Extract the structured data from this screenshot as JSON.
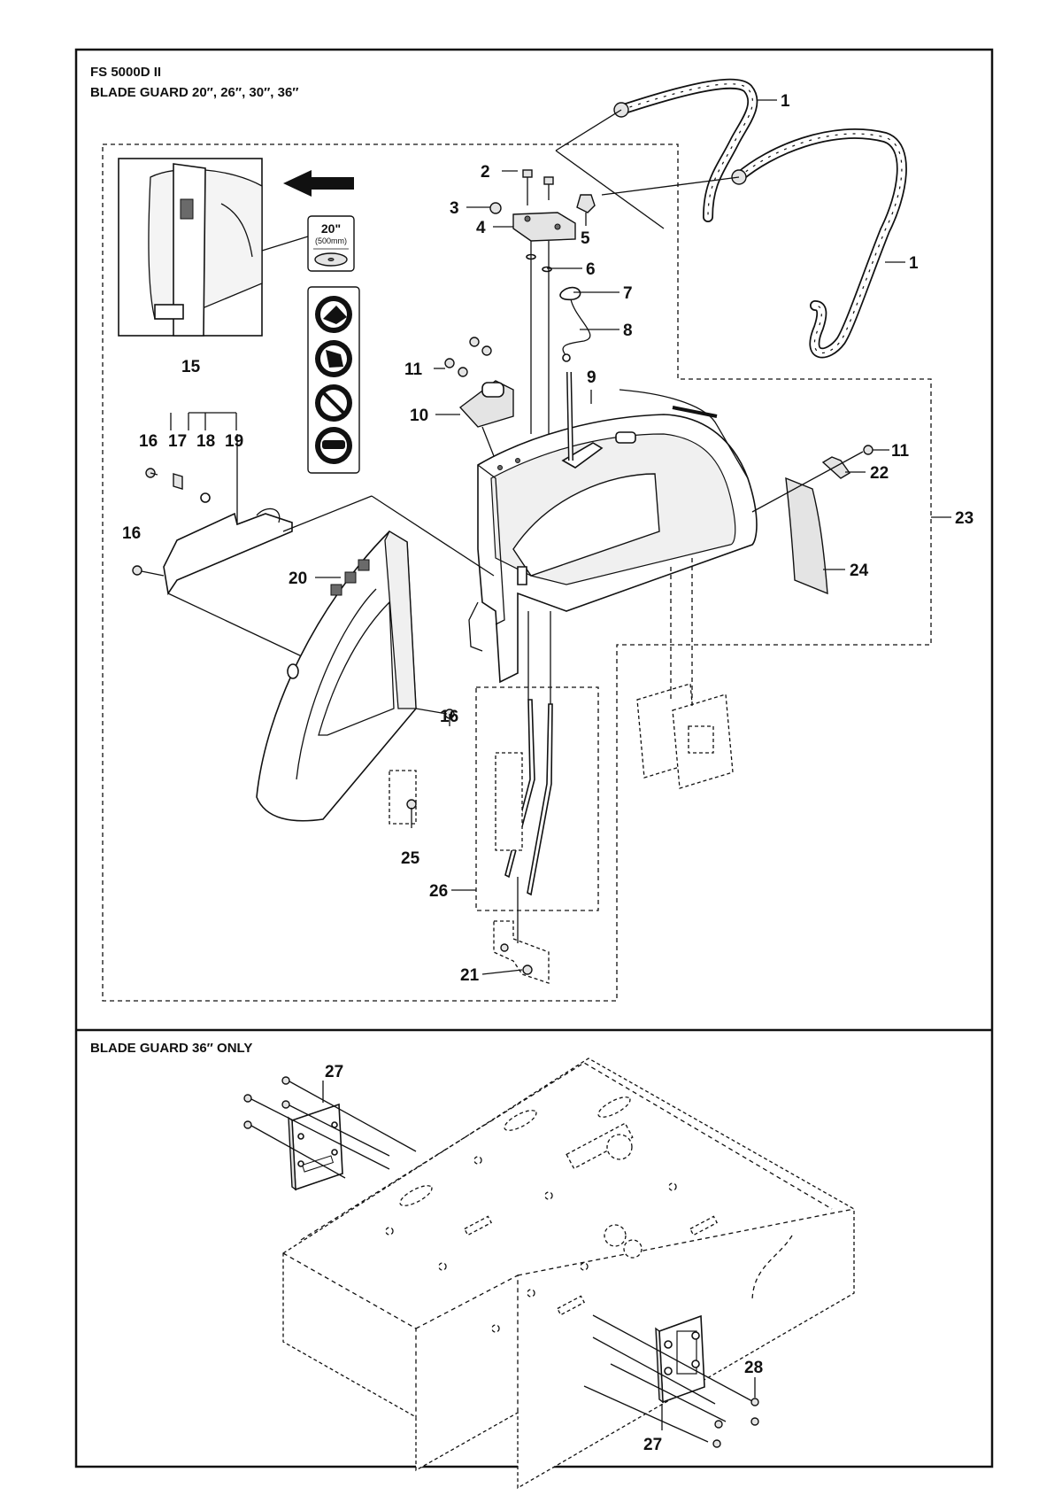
{
  "header": {
    "model": "FS 5000D II",
    "subtitle": "BLADE GUARD 20″, 26″, 30″, 36″"
  },
  "section2": {
    "title": "BLADE GUARD 36″ ONLY"
  },
  "decal": {
    "size": "20\"",
    "size_mm": "(500mm)"
  },
  "callouts": {
    "c1a": "1",
    "c1b": "1",
    "c2": "2",
    "c3": "3",
    "c4": "4",
    "c5": "5",
    "c6": "6",
    "c7": "7",
    "c8": "8",
    "c9": "9",
    "c10": "10",
    "c11a": "11",
    "c11b": "11",
    "c15": "15",
    "c16a": "16",
    "c17": "17",
    "c18": "18",
    "c19": "19",
    "c16b": "16",
    "c20": "20",
    "c16c": "16",
    "c22": "22",
    "c23": "23",
    "c24": "24",
    "c25": "25",
    "c26": "26",
    "c21": "21",
    "c27a": "27",
    "c27b": "27",
    "c28": "28"
  },
  "icons": [
    "view-arrow-icon",
    "blade-disc-icon",
    "safety-pictogram-icon",
    "no-entry-icon"
  ]
}
